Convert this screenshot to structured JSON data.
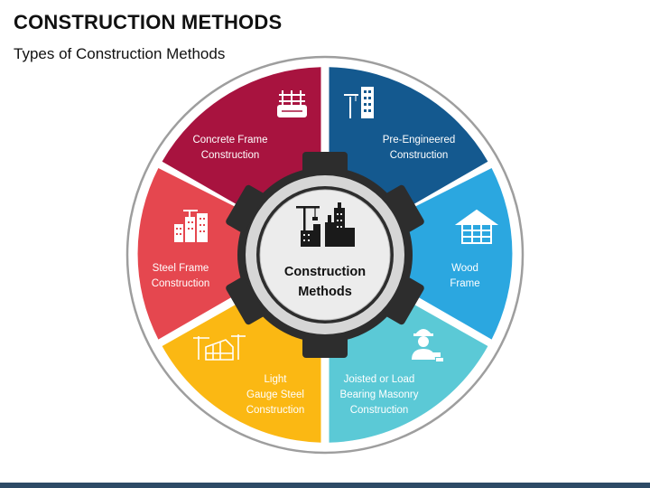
{
  "header": {
    "title": "CONSTRUCTION METHODS",
    "subtitle": "Types of Construction Methods"
  },
  "center": {
    "line1": "Construction",
    "line2": "Methods"
  },
  "segments": [
    {
      "id": "pre-engineered",
      "lines": [
        "Pre-Engineered",
        "Construction"
      ],
      "color": "#14598f",
      "icon": "crane-building-icon"
    },
    {
      "id": "wood-frame",
      "lines": [
        "Wood",
        "Frame"
      ],
      "color": "#2ba7e0",
      "icon": "wood-house-icon"
    },
    {
      "id": "masonry",
      "lines": [
        "Joisted or Load",
        "Bearing Masonry",
        "Construction"
      ],
      "color": "#5bc9d6",
      "icon": "bricklayer-worker-icon"
    },
    {
      "id": "light-gauge",
      "lines": [
        "Light",
        "Gauge Steel",
        "Construction"
      ],
      "color": "#fbb813",
      "icon": "steel-frame-crane-icon"
    },
    {
      "id": "steel-frame",
      "lines": [
        "Steel Frame",
        "Construction"
      ],
      "color": "#e5474f",
      "icon": "crane-buildings-icon"
    },
    {
      "id": "concrete-frame",
      "lines": [
        "Concrete Frame",
        "Construction"
      ],
      "color": "#a8133f",
      "icon": "formwork-frame-icon"
    }
  ]
}
